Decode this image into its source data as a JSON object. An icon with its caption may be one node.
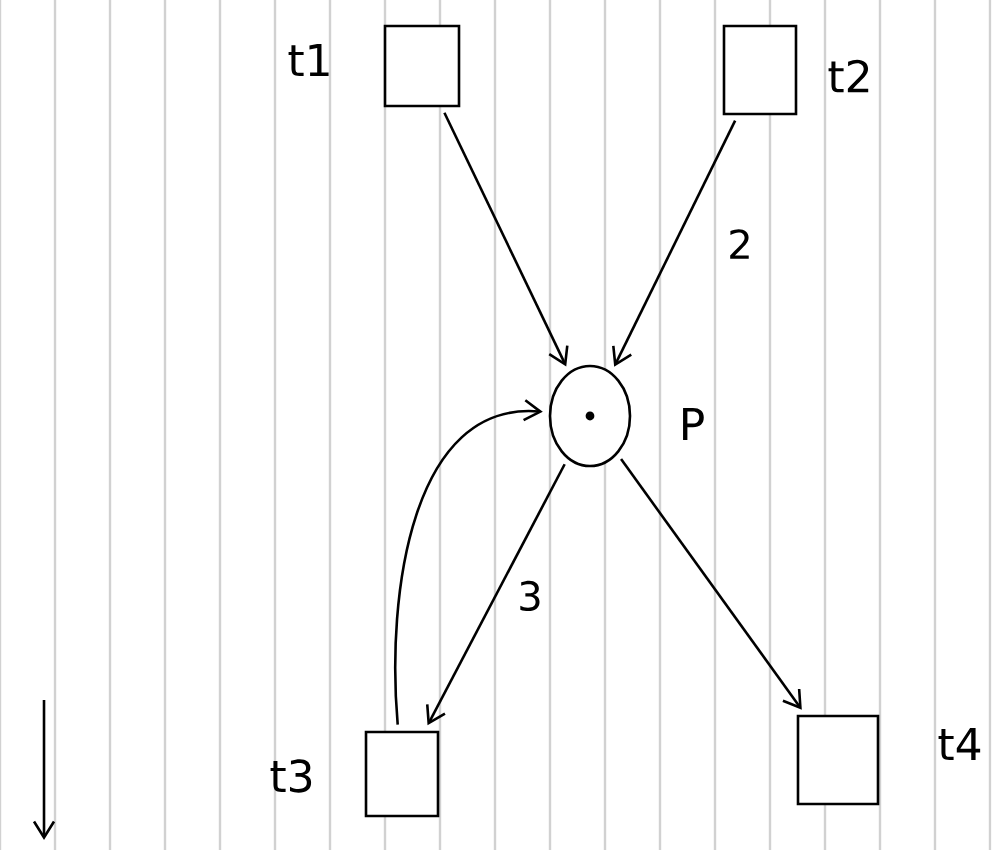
{
  "diagram": {
    "nodes": [
      {
        "text": [],
        "shape": "box",
        "beside": [
          "t1"
        ]
      },
      {
        "text": [],
        "shape": "box",
        "beside": [
          "t2"
        ]
      },
      {
        "text": [],
        "shape": "box",
        "beside": [
          "t3"
        ]
      },
      {
        "text": [],
        "shape": "box",
        "beside": [
          "t4"
        ]
      },
      {
        "text": [],
        "shape": "circle",
        "beside": [
          "P"
        ]
      }
    ],
    "edges": [
      {
        "from": 0,
        "to": 4,
        "arrow": "to"
      },
      {
        "from": 1,
        "to": 4,
        "arrow": "to",
        "label": "2"
      },
      {
        "from": 4,
        "to": 2,
        "arrow": "to",
        "label": "3"
      },
      {
        "from": 2,
        "to": 4,
        "arrow": "to"
      },
      {
        "from": 4,
        "to": 3,
        "arrow": "to"
      }
    ]
  }
}
